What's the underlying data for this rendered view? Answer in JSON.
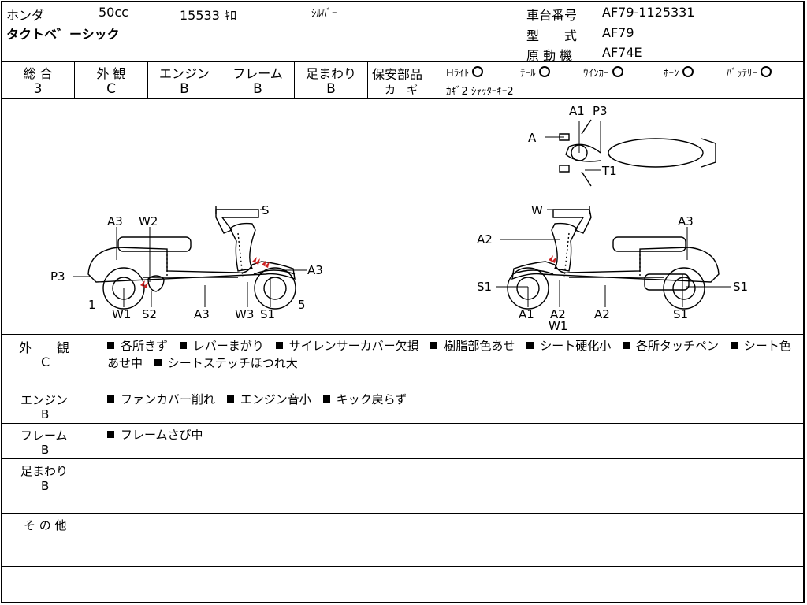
{
  "header": {
    "maker": "ホンダ",
    "displacement": "50cc",
    "mileage": "15533 ｷﾛ",
    "color": "ｼﾙﾊﾞｰ",
    "model_name": "タクトベ゛ーシック",
    "frame_no_label": "車台番号",
    "frame_no": "AF79-1125331",
    "type_label": "型　　式",
    "type": "AF79",
    "engine_label": "原 動 機",
    "engine": "AF74E"
  },
  "grades": {
    "overall": {
      "label": "総 合",
      "value": "3"
    },
    "exterior": {
      "label": "外 観",
      "value": "C"
    },
    "engine": {
      "label": "エンジン",
      "value": "B"
    },
    "frame": {
      "label": "フレーム",
      "value": "B"
    },
    "suspension": {
      "label": "足まわり",
      "value": "B"
    }
  },
  "safety": {
    "label": "保安部品",
    "items": [
      "Hﾗｲﾄ",
      "ﾃｰﾙ",
      "ｳｲﾝｶｰ",
      "ﾎｰﾝ",
      "ﾊﾞｯﾃﾘｰ"
    ],
    "key_label": "カ　ギ",
    "key_value": "ｶｷﾞ2 ｼｬｯﾀｰｷｰ2"
  },
  "diagram": {
    "left_labels": [
      "A3",
      "W2",
      "S",
      "P3",
      "A3",
      "1",
      "W1",
      "S2",
      "A3",
      "W3",
      "S1",
      "5"
    ],
    "right_labels": [
      "W",
      "A3",
      "A2",
      "S1",
      "S1",
      "A1",
      "A2",
      "W1",
      "A2",
      "S1"
    ],
    "top_labels": [
      "A1",
      "P3",
      "A",
      "T1"
    ]
  },
  "notes": {
    "exterior": {
      "label": "外　　観",
      "grade": "C",
      "items": [
        "各所きず",
        "レバーまがり",
        "サイレンサーカバー欠損",
        "樹脂部色あせ",
        "シート硬化小",
        "各所タッチペン",
        "シート色あせ中",
        "シートステッチほつれ大"
      ]
    },
    "engine": {
      "label": "エンジン",
      "grade": "B",
      "items": [
        "ファンカバー削れ",
        "エンジン音小",
        "キック戻らず"
      ]
    },
    "frame": {
      "label": "フレーム",
      "grade": "B",
      "items": [
        "フレームさび中"
      ]
    },
    "suspension": {
      "label": "足まわり",
      "grade": "B",
      "items": []
    },
    "other": {
      "label": "そ の 他",
      "items": []
    }
  },
  "colors": {
    "damage_mark": "#cc2222",
    "line": "#000000"
  }
}
